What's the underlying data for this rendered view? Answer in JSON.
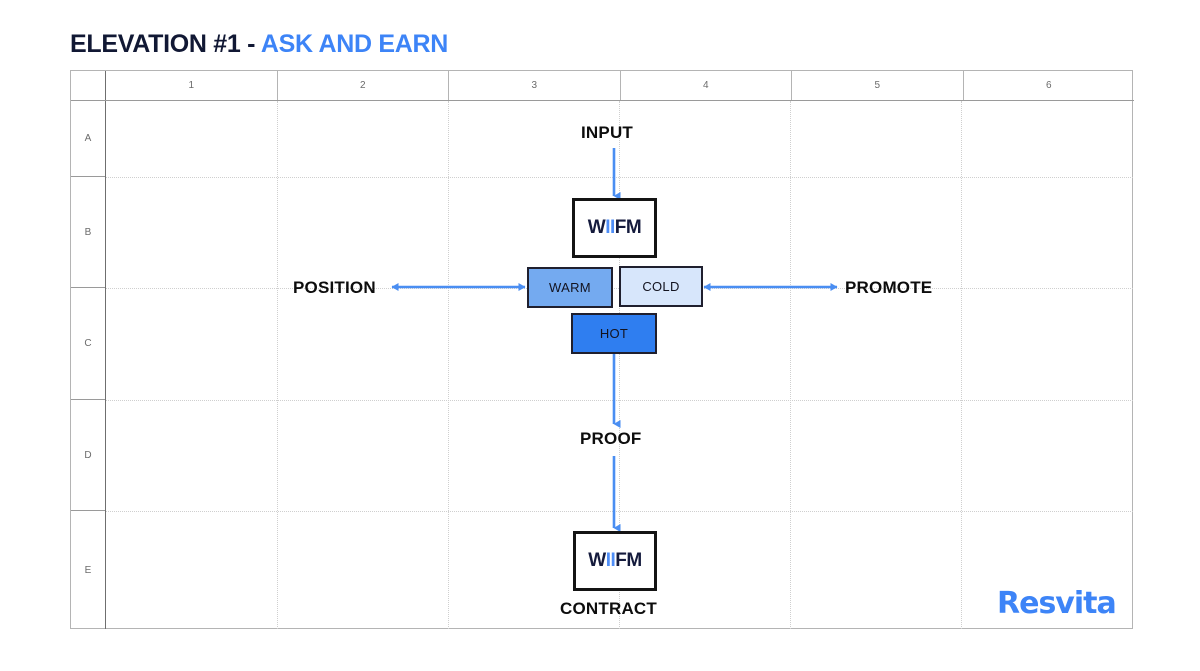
{
  "title": {
    "main": "ELEVATION #1 - ",
    "accent": "ASK AND EARN"
  },
  "grid": {
    "columns": [
      "1",
      "2",
      "3",
      "4",
      "5",
      "6"
    ],
    "rows": [
      "A",
      "B",
      "C",
      "D",
      "E"
    ]
  },
  "diagram": {
    "input_label": "INPUT",
    "wiifm_top": {
      "part1": "W",
      "part2": "II",
      "part3": "FM"
    },
    "position_label": "POSITION",
    "promote_label": "PROMOTE",
    "warm_label": "WARM",
    "cold_label": "COLD",
    "hot_label": "HOT",
    "proof_label": "PROOF",
    "wiifm_bottom": {
      "part1": "W",
      "part2": "II",
      "part3": "FM"
    },
    "contract_label": "CONTRACT"
  },
  "branding": {
    "logo_text": "Resvita"
  },
  "colors": {
    "accent_blue": "#3d84f7",
    "title_dark": "#111834",
    "arrow_blue": "#4a8ef2",
    "warm_fill": "#74aaf0",
    "cold_fill": "#d7e6fb",
    "hot_fill": "#2f7ef0",
    "box_border": "#141414",
    "grid_line": "#cfcfcf"
  }
}
